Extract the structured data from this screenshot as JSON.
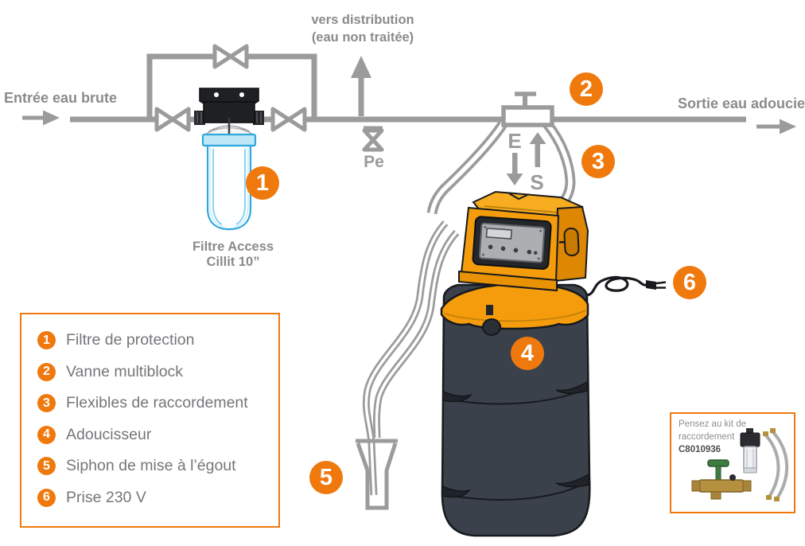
{
  "colors": {
    "accent_orange": "#F0790D",
    "pipe_gray": "#9B9B9B",
    "label_gray": "#8B8B8B",
    "tank_dark": "#3A414B",
    "head_orange": "#F49C0C",
    "filter_blue": "#2FA8DC"
  },
  "labels": {
    "inlet": "Entrée eau brute",
    "distribution_line1": "vers distribution",
    "distribution_line2": "(eau non traitée)",
    "pe": "Pe",
    "outlet": "Sortie eau adoucie",
    "valve_in": "E",
    "valve_out": "S",
    "filter_line1": "Filtre Access",
    "filter_line2": "Cillit 10”"
  },
  "markers": {
    "n1": "1",
    "n2": "2",
    "n3": "3",
    "n4": "4",
    "n5": "5",
    "n6": "6"
  },
  "legend": {
    "items": [
      {
        "num": "1",
        "label": "Filtre de protection"
      },
      {
        "num": "2",
        "label": "Vanne multiblock"
      },
      {
        "num": "3",
        "label": "Flexibles de raccordement"
      },
      {
        "num": "4",
        "label": "Adoucisseur"
      },
      {
        "num": "5",
        "label": "Siphon de mise à l’égout"
      },
      {
        "num": "6",
        "label": "Prise 230 V"
      }
    ]
  },
  "kit": {
    "line1": "Pensez au kit de",
    "line2": "raccordement",
    "code": "C8010936"
  }
}
